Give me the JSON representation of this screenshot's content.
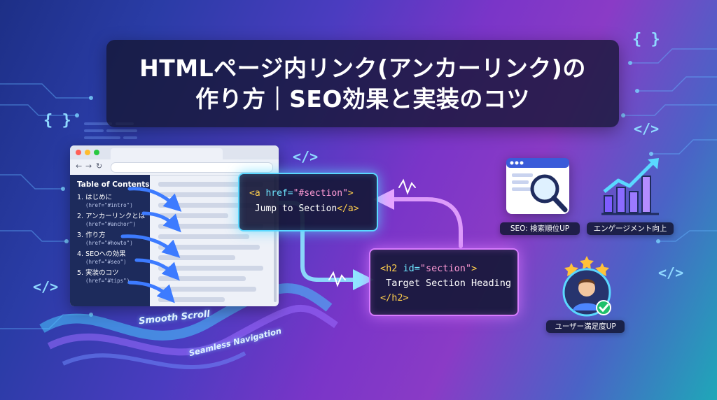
{
  "title": {
    "line1": "HTMLページ内リンク(アンカーリンク)の",
    "line2": "作り方｜SEO効果と実装のコツ"
  },
  "toc": {
    "heading": "Table of Contents",
    "items": [
      {
        "label": "1. はじめに",
        "href": "(href=\"#intro\")"
      },
      {
        "label": "2. アンカーリンクとは",
        "href": "(href=\"#anchor\")"
      },
      {
        "label": "3. 作り方",
        "href": "(href=\"#howto\")"
      },
      {
        "label": "4. SEOへの効果",
        "href": "(href=\"#seo\")"
      },
      {
        "label": "5. 実装のコツ",
        "href": "(href=\"#tips\")"
      }
    ]
  },
  "code_anchor": {
    "line1_tag_open": "<a",
    "line1_attr": " href=",
    "line1_value": "\"#section\"",
    "line1_tag_close": ">",
    "line2_text": "Jump to Section",
    "line2_tag": "</a>"
  },
  "code_target": {
    "line1_tag_open": "<h2",
    "line1_attr": " id=",
    "line1_value": "\"section\"",
    "line1_tag_close": ">",
    "line2_text": "Target Section Heading",
    "line3_tag": "</h2>"
  },
  "benefits": {
    "seo": "SEO: 検索順位UP",
    "engagement": "エンゲージメント向上",
    "satisfaction": "ユーザー満足度UP"
  },
  "wave_labels": {
    "smooth": "Smooth Scroll",
    "seamless": "Seamless Navigation"
  },
  "decor": {
    "brace": "{ }",
    "tag": "</>"
  },
  "colors": {
    "cyan_glow": "#5ad8ff",
    "purple_glow": "#d77bff",
    "arrow_blue": "#3d7bff",
    "check_green": "#20c06b",
    "star_gold": "#ffc23a"
  }
}
